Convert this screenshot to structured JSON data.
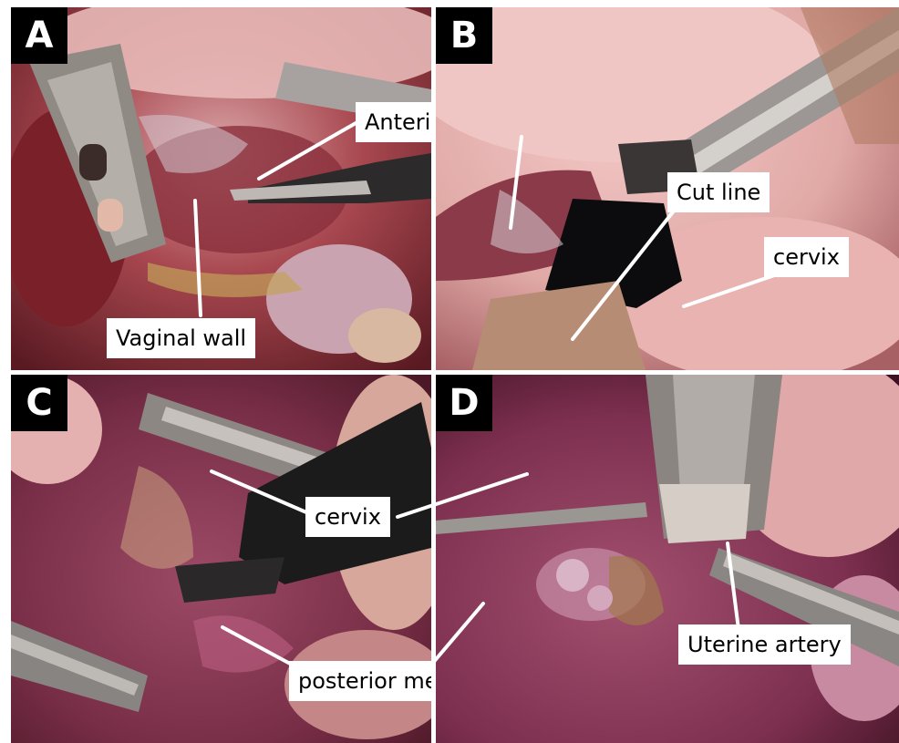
{
  "figure": {
    "panels": [
      {
        "letter": "A",
        "labels": [
          "Anterior mesh",
          "Vaginal wall"
        ]
      },
      {
        "letter": "B",
        "labels": [
          "Cut line",
          "cervix"
        ]
      },
      {
        "letter": "C",
        "labels": [
          "cervix",
          "posterior mesh"
        ]
      },
      {
        "letter": "D",
        "labels": [
          "Uterine artery"
        ]
      }
    ]
  }
}
